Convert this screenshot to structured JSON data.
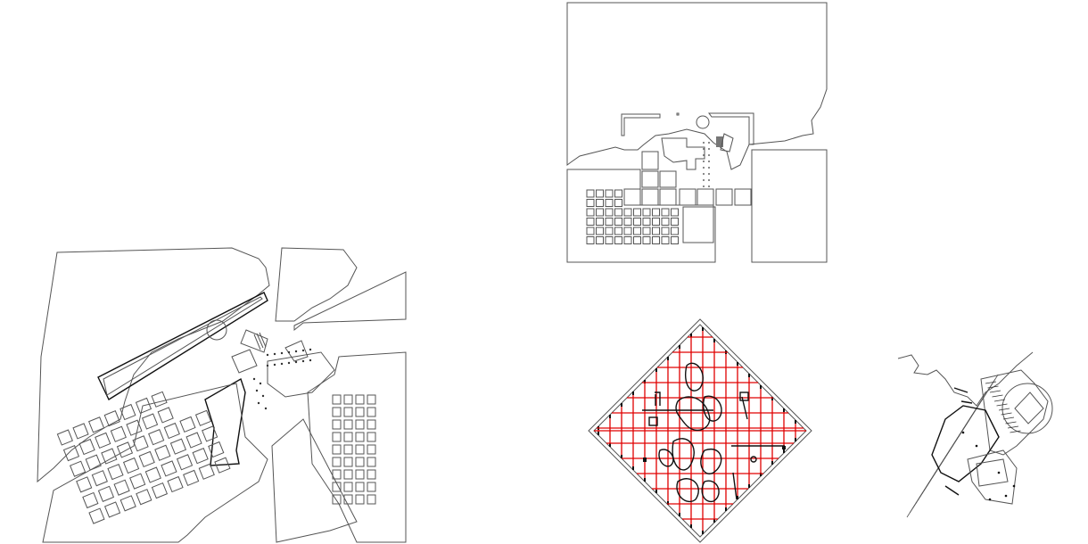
{
  "canvas": {
    "background": "#ffffff"
  },
  "drawings": [
    {
      "id": "plan-rotated-left",
      "kind": "site-plan"
    },
    {
      "id": "plan-upright-top",
      "kind": "site-plan"
    },
    {
      "id": "diamond-grid-plan",
      "kind": "grid-plan"
    },
    {
      "id": "axonometric-small",
      "kind": "axonometric"
    }
  ],
  "colors": {
    "line": "#555555",
    "heavy": "#111111",
    "grid_accent": "#e00000"
  }
}
